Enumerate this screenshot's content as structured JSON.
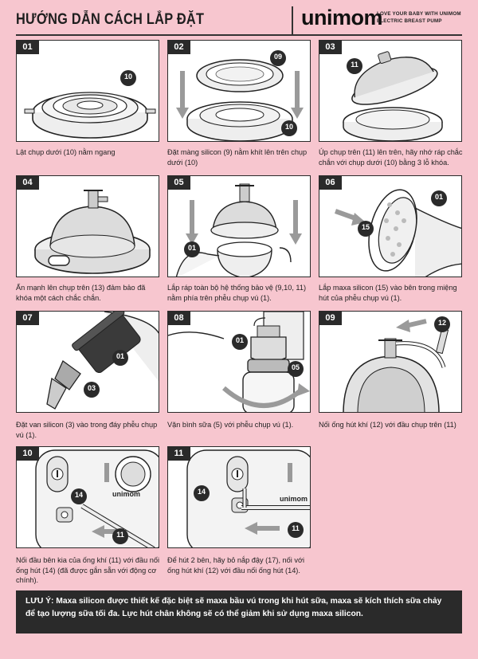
{
  "header": {
    "title": "HƯỚNG DẪN CÁCH LẮP ĐẶT",
    "logo": "unimom",
    "tagline_1": "LOVE YOUR BABY WITH UNIMOM",
    "tagline_2": "ELECTRIC BREAST PUMP"
  },
  "steps": [
    {
      "num": "01",
      "caption": "Lật chụp dưới (10) nằm ngang",
      "callouts": [
        "10"
      ]
    },
    {
      "num": "02",
      "caption": "Đặt màng silicon (9) nằm khít lên trên chụp dưới (10)",
      "callouts": [
        "09",
        "10"
      ]
    },
    {
      "num": "03",
      "caption": "Úp chụp trên (11) lên trên, hãy nhớ ráp chắc chắn với chụp dưới (10) bằng 3 lỗ khóa.",
      "callouts": [
        "11"
      ]
    },
    {
      "num": "04",
      "caption": "Ấn mạnh lên chụp trên (13) đảm bảo đã khóa một cách chắc chắn.",
      "callouts": []
    },
    {
      "num": "05",
      "caption": "Lắp ráp toàn bộ hệ thống bảo vệ (9,10, 11) nằm phía trên phễu chụp vú (1).",
      "callouts": [
        "01"
      ]
    },
    {
      "num": "06",
      "caption": "Lắp maxa silicon (15) vào bên trong miệng hút của phễu chụp vú (1).",
      "callouts": [
        "01",
        "15"
      ]
    },
    {
      "num": "07",
      "caption": "Đặt van silicon (3) vào trong đáy phễu chụp vú (1).",
      "callouts": [
        "01",
        "03"
      ]
    },
    {
      "num": "08",
      "caption": "Vặn bình sữa (5) với phễu chụp vú (1).",
      "callouts": [
        "01",
        "05"
      ]
    },
    {
      "num": "09",
      "caption": "Nối ống hút khí (12) với đầu chụp trên (11)",
      "callouts": [
        "12"
      ]
    },
    {
      "num": "10",
      "caption": "Nối đầu bên kia của ống khí (11) với đầu nối ống hút (14) (đã được gắn sẵn với động cơ chính).",
      "callouts": [
        "14",
        "11"
      ],
      "device_logo": "unimom"
    },
    {
      "num": "11",
      "caption": "Để hút 2 bên, hãy bỏ nắp đậy (17), nối với ống hút khí (12) với đầu nối ống hút (14).",
      "callouts": [
        "14",
        "11"
      ],
      "device_logo": "unimom"
    }
  ],
  "note": "LƯU Ý: Maxa silicon được thiết kế đặc biệt sẽ maxa bầu vú trong khi hút sữa, maxa sẽ kích thích sữa chảy để tạo lượng sữa tối đa. Lực hút chân không sẽ có thể giảm khi sử dụng maxa silicon.",
  "colors": {
    "background": "#f7c6cf",
    "dark": "#2a2a2a",
    "arrow_gray": "#9a9a9a",
    "panel": "#ffffff"
  }
}
